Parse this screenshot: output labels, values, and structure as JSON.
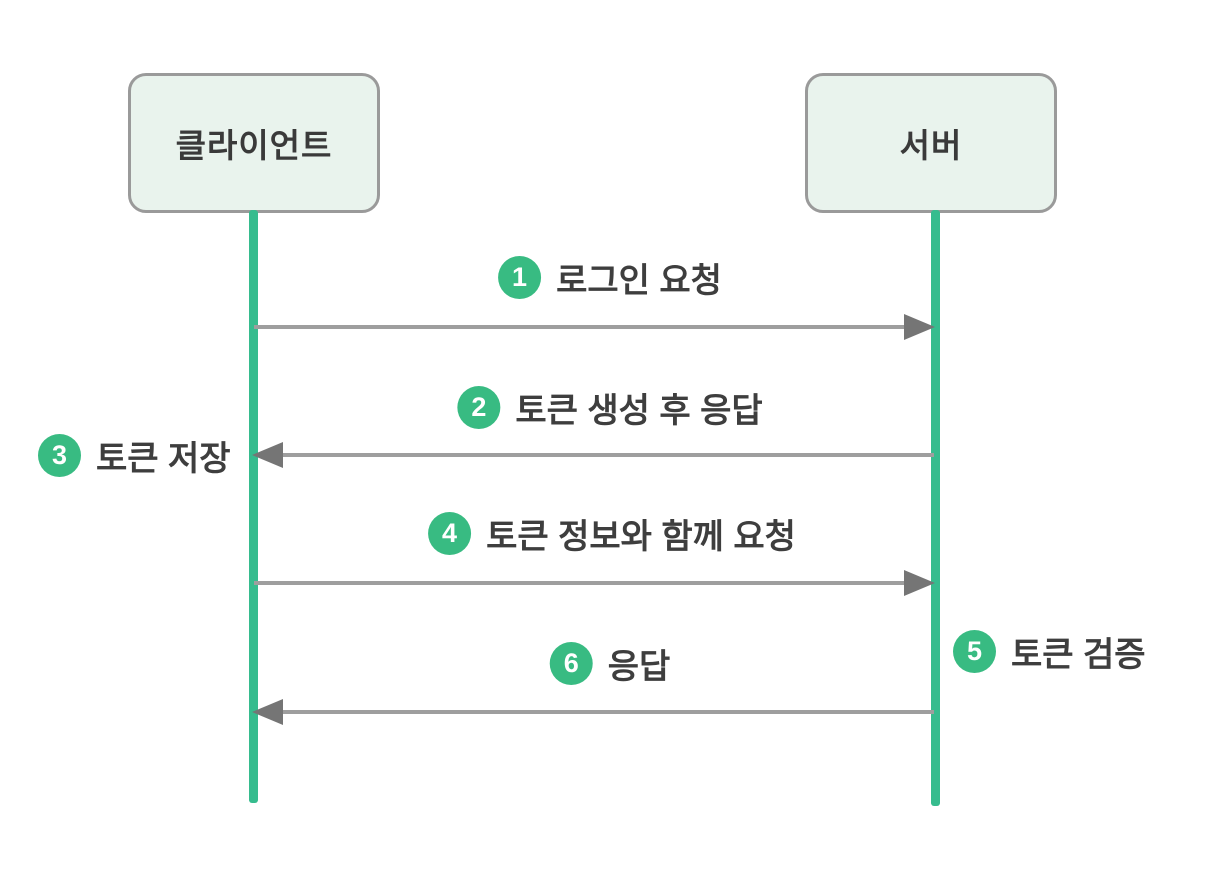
{
  "diagram": {
    "title": "token-authentication-sequence",
    "colors": {
      "lifeline_green": "#36bc8e",
      "circle_green": "#38bb82",
      "box_fill": "#e9f3ed",
      "box_border": "#9a9a9a",
      "arrow_gray": "#9e9e9e",
      "arrow_head_gray": "#757575",
      "text_dark": "#3e3e3e",
      "background": "#ffffff"
    },
    "actors": [
      {
        "id": "client",
        "label": "클라이언트"
      },
      {
        "id": "server",
        "label": "서버"
      }
    ],
    "steps": [
      {
        "num": "1",
        "label": "로그인 요청",
        "kind": "message",
        "direction": "client-to-server"
      },
      {
        "num": "2",
        "label": "토큰 생성 후 응답",
        "kind": "message",
        "direction": "server-to-client"
      },
      {
        "num": "3",
        "label": "토큰 저장",
        "kind": "self-action",
        "side": "client"
      },
      {
        "num": "4",
        "label": "토큰 정보와 함께 요청",
        "kind": "message",
        "direction": "client-to-server"
      },
      {
        "num": "5",
        "label": "토큰 검증",
        "kind": "self-action",
        "side": "server"
      },
      {
        "num": "6",
        "label": "응답",
        "kind": "message",
        "direction": "server-to-client"
      }
    ]
  }
}
